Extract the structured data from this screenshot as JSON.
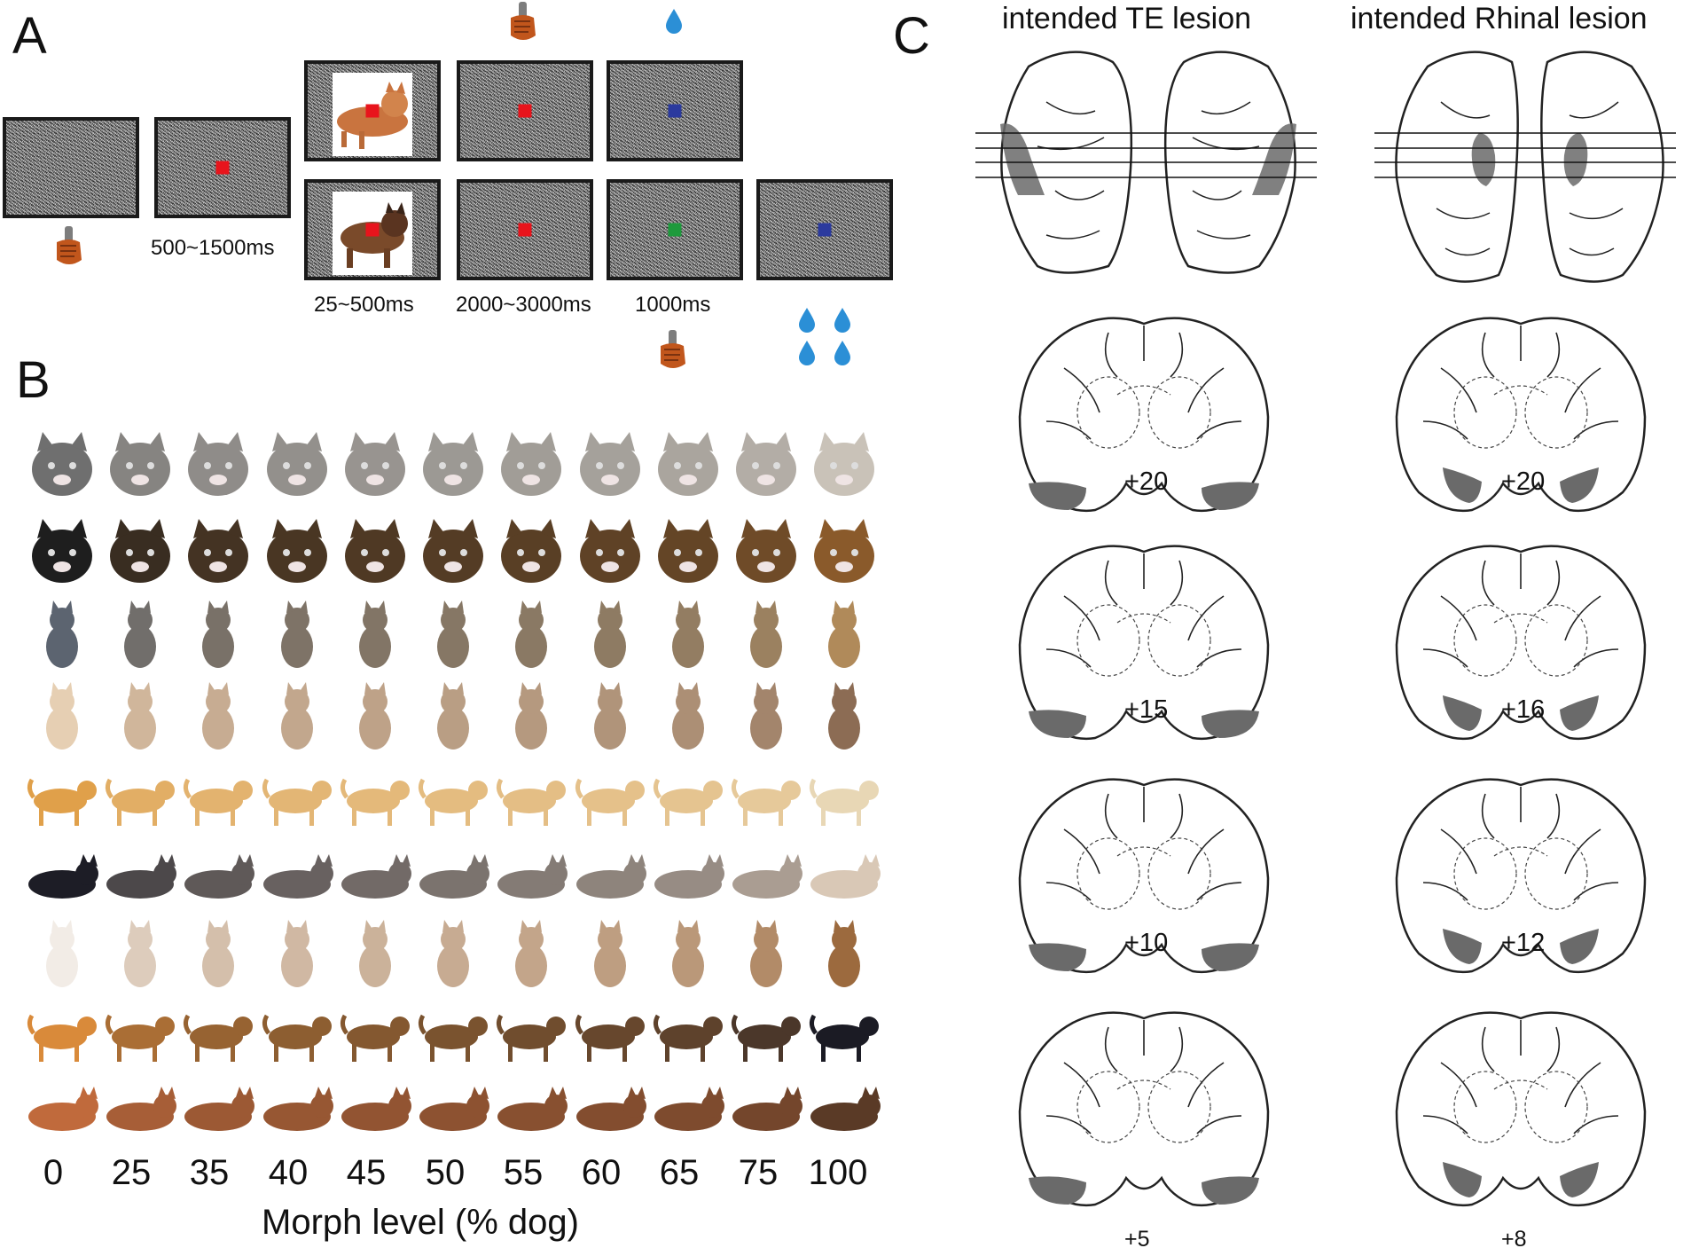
{
  "panels": {
    "a_label": "A",
    "b_label": "B",
    "c_label": "C"
  },
  "panel_a": {
    "timings": {
      "fixation": "500~1500ms",
      "sample": "25~500ms",
      "delay": "2000~3000ms",
      "choice": "1000ms"
    },
    "colors": {
      "red_dot": "#e8141c",
      "blue_dot": "#2b3a9e",
      "green_dot": "#1e9a3c",
      "drop": "#2b8fd6",
      "hand": "#c1561c"
    },
    "icons": [
      "hand-lever-icon",
      "water-drop-icon"
    ]
  },
  "panel_b": {
    "morph_levels": [
      "0",
      "25",
      "35",
      "40",
      "45",
      "50",
      "55",
      "60",
      "65",
      "75",
      "100"
    ],
    "axis_title": "Morph level (% dog)",
    "rows": [
      {
        "cat": "#6f6f6f",
        "dog": "#c9c2b8"
      },
      {
        "cat": "#1e1e1e",
        "dog": "#8a5a2b"
      },
      {
        "cat": "#5c6470",
        "dog": "#b08a5a"
      },
      {
        "cat": "#e6cfb3",
        "dog": "#8c6c54"
      },
      {
        "cat": "#e0a04a",
        "dog": "#e8d7b5"
      },
      {
        "cat": "#1d1d26",
        "dog": "#d9c8b6"
      },
      {
        "cat": "#f2ece6",
        "dog": "#9c6a3e"
      },
      {
        "cat": "#d98a3a",
        "dog": "#1b1b24"
      },
      {
        "cat": "#c06a3c",
        "dog": "#5a3a26"
      }
    ]
  },
  "panel_c": {
    "titles": {
      "te": "intended TE lesion",
      "rhinal": "intended Rhinal lesion"
    },
    "te_sections": [
      "+20",
      "+15",
      "+10",
      "+5"
    ],
    "rhinal_sections": [
      "+20",
      "+16",
      "+12",
      "+8"
    ],
    "lesion_color": "#6a6a6a"
  }
}
